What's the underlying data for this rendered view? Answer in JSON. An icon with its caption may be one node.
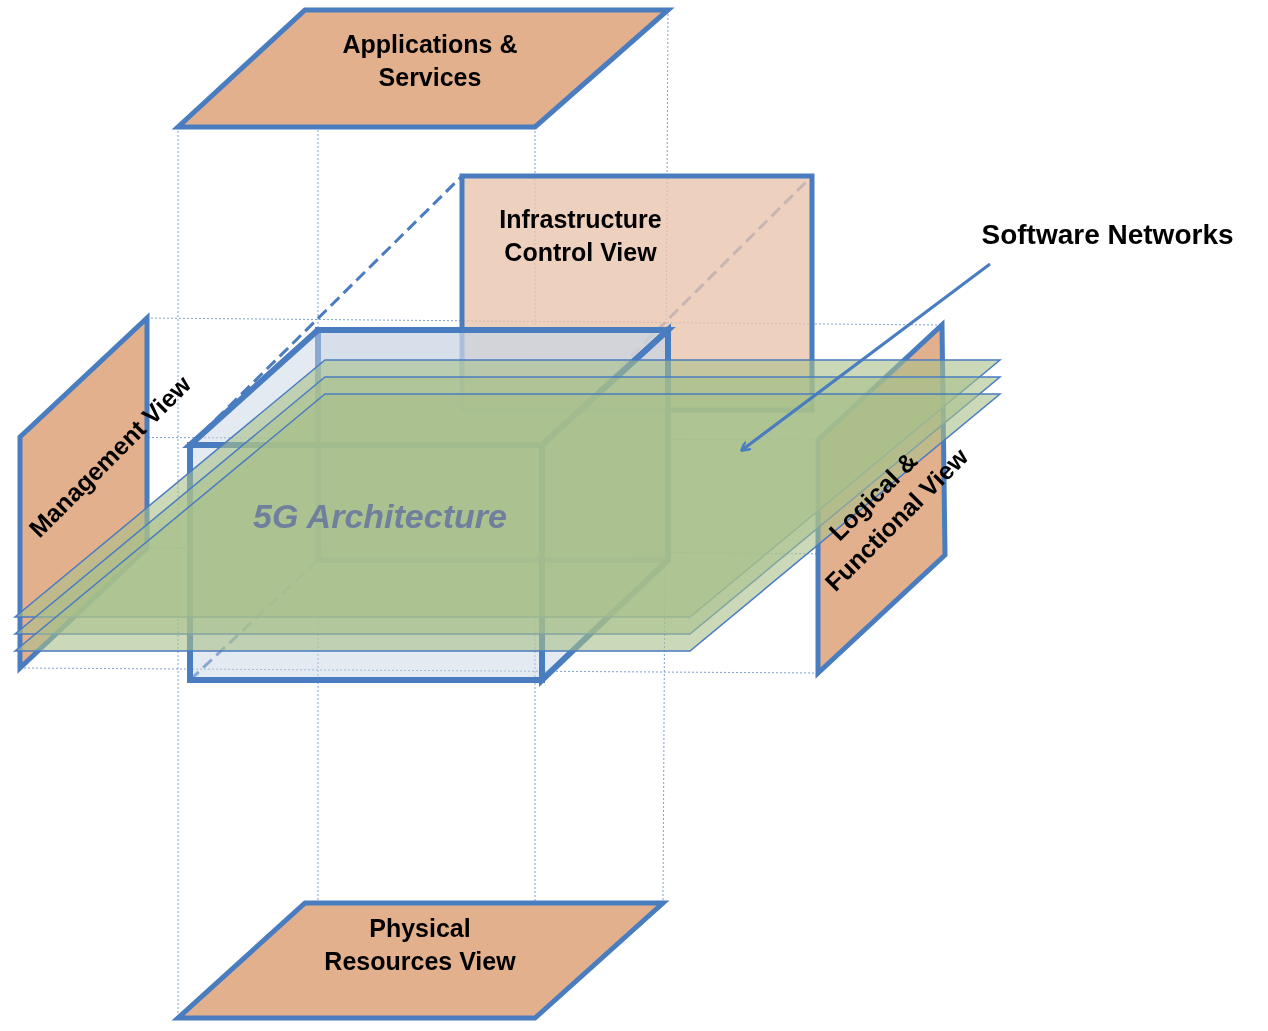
{
  "diagram": {
    "nodes": [
      {
        "text": [
          "Applications & Services"
        ]
      },
      {
        "text": [
          "Infrastructure Control View"
        ]
      },
      {
        "text": [
          "Management View"
        ]
      },
      {
        "text": [
          "Logical & Functional View"
        ]
      },
      {
        "text": [
          "Physical Resources View"
        ]
      },
      {
        "text": [
          "5G Architecture"
        ]
      },
      {
        "text": [],
        "shape": "plane"
      },
      {
        "text": [
          "Software Networks"
        ]
      }
    ],
    "edges": [
      {
        "from": 7,
        "to": 6,
        "arrow": "to"
      }
    ]
  }
}
